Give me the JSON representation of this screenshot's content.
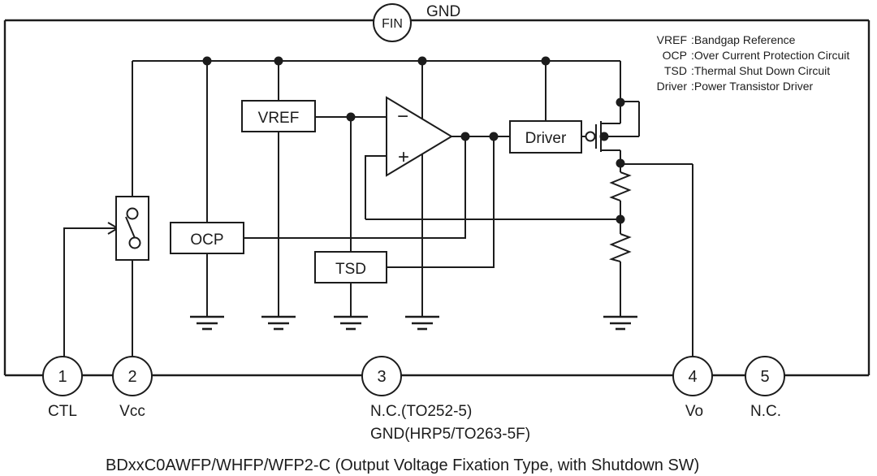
{
  "caption": "BDxxC0AWFP/WHFP/WFP2-C (Output Voltage Fixation Type, with Shutdown SW)",
  "fin": {
    "label": "FIN",
    "gnd_label": "GND"
  },
  "blocks": {
    "vref": "VREF",
    "ocp": "OCP",
    "tsd": "TSD",
    "driver": "Driver"
  },
  "opamp": {
    "minus": "−",
    "plus": "+"
  },
  "legend": {
    "items": [
      {
        "term": "VREF",
        "definition": ":Bandgap Reference"
      },
      {
        "term": "OCP",
        "definition": ":Over Current Protection Circuit"
      },
      {
        "term": "TSD",
        "definition": ":Thermal Shut Down Circuit"
      },
      {
        "term": "Driver",
        "definition": ":Power Transistor Driver"
      }
    ]
  },
  "pins": [
    {
      "number": "1",
      "label": "CTL"
    },
    {
      "number": "2",
      "label": "Vcc"
    },
    {
      "number": "3",
      "label": "N.C.(TO252-5)",
      "label2": "GND(HRP5/TO263-5F)"
    },
    {
      "number": "4",
      "label": "Vo"
    },
    {
      "number": "5",
      "label": "N.C."
    }
  ],
  "colors": {
    "line": "#1c1c1c",
    "background": "#ffffff"
  }
}
